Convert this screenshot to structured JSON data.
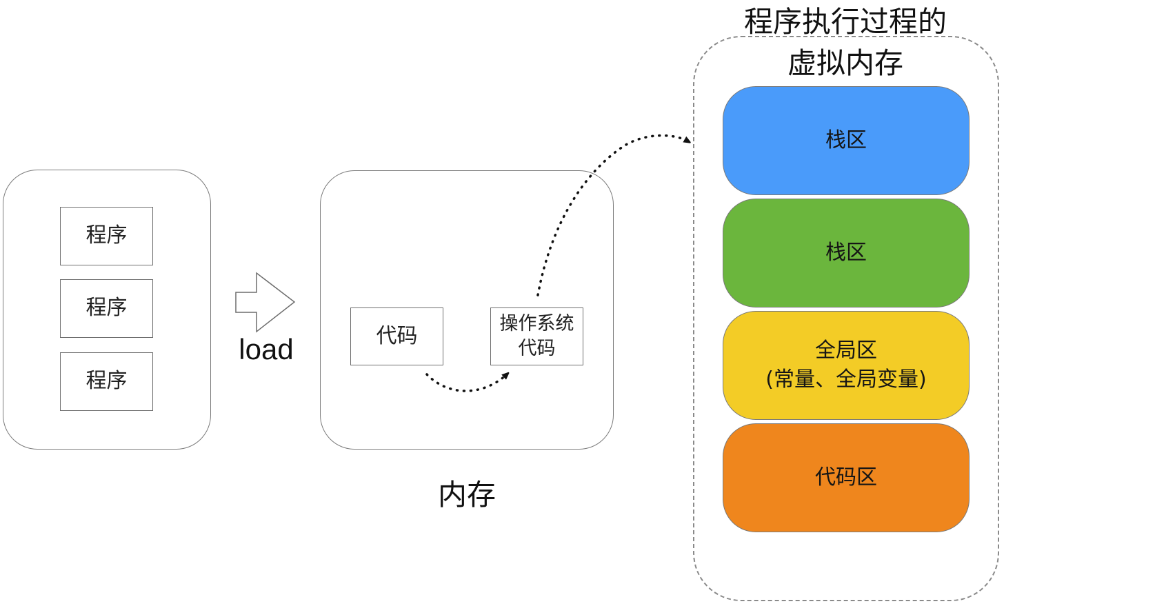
{
  "programs": {
    "items": [
      {
        "label": "程序"
      },
      {
        "label": "程序"
      },
      {
        "label": "程序"
      }
    ]
  },
  "load_label": "load",
  "memory": {
    "title": "内存",
    "code_label": "代码",
    "os_code_label": [
      "操作系统",
      "代码"
    ]
  },
  "virtual_memory": {
    "title": [
      "程序执行过程的",
      "虚拟内存"
    ],
    "regions": [
      {
        "lines": [
          "栈区"
        ],
        "color": "#4a9bfa"
      },
      {
        "lines": [
          "栈区"
        ],
        "color": "#6bb63d"
      },
      {
        "lines": [
          "全局区",
          "(常量、全局变量)"
        ],
        "color": "#f3cc26"
      },
      {
        "lines": [
          "代码区"
        ],
        "color": "#ef861d"
      }
    ]
  }
}
